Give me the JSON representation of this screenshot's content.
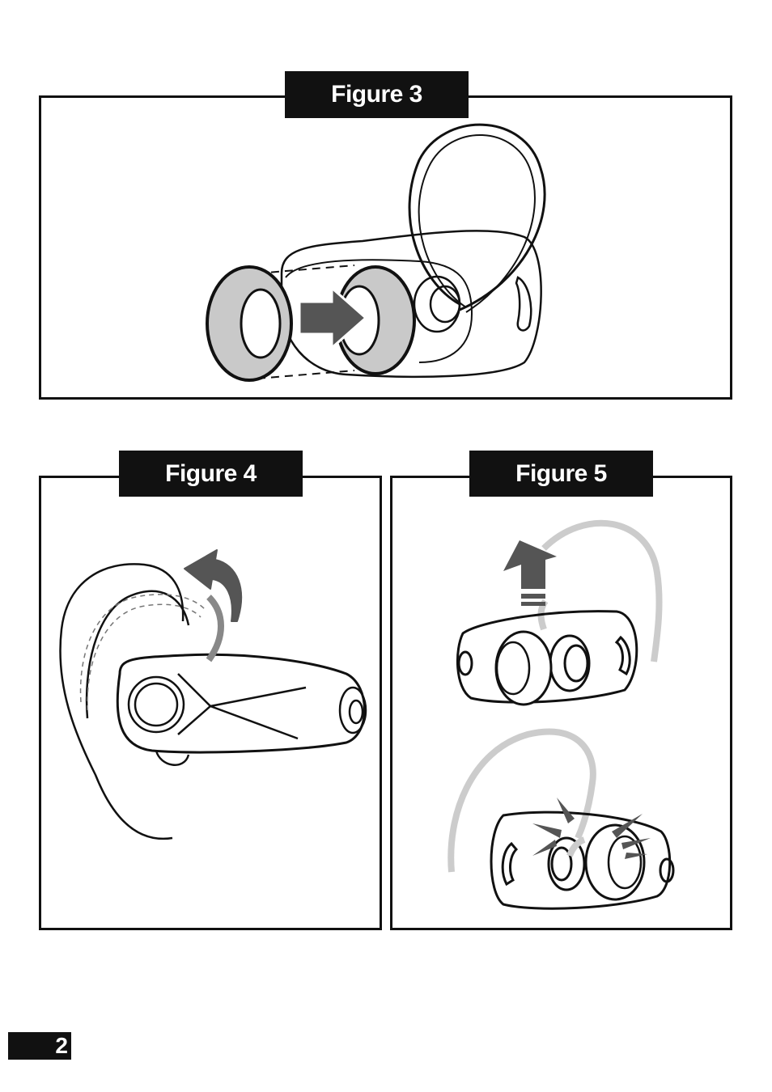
{
  "figures": [
    {
      "label": "Figure 3"
    },
    {
      "label": "Figure 4"
    },
    {
      "label": "Figure 5"
    }
  ],
  "page": {
    "number": "2"
  },
  "colors": {
    "ink": "#111111",
    "gray": "#cccccc",
    "arrow": "#555555"
  }
}
